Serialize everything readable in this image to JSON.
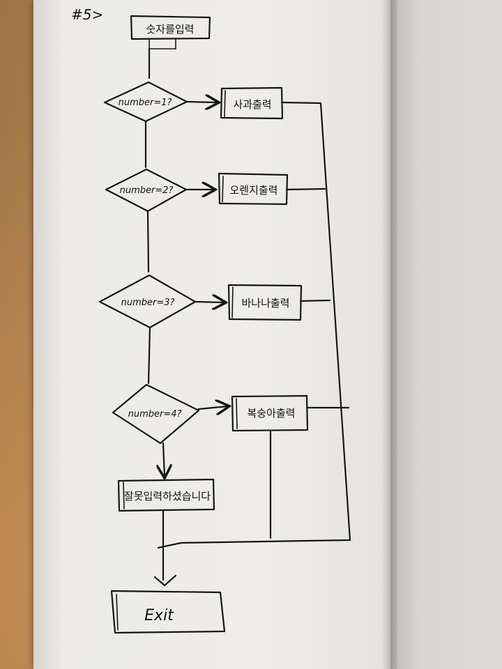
{
  "page_number": "#5>",
  "nodes": {
    "start": "숫자를입력",
    "decision_1": "number=1?",
    "decision_2": "number=2?",
    "decision_3": "number=3?",
    "decision_4": "number=4?",
    "output_1": "사과출력",
    "output_2": "오렌지출력",
    "output_3": "바나나출력",
    "output_4": "복숭아출력",
    "error": "잘못입력하셨습니다",
    "end": "Exit"
  },
  "colors": {
    "ink": "#161616",
    "paper": "#eeede8",
    "desk": "#b3834f"
  }
}
